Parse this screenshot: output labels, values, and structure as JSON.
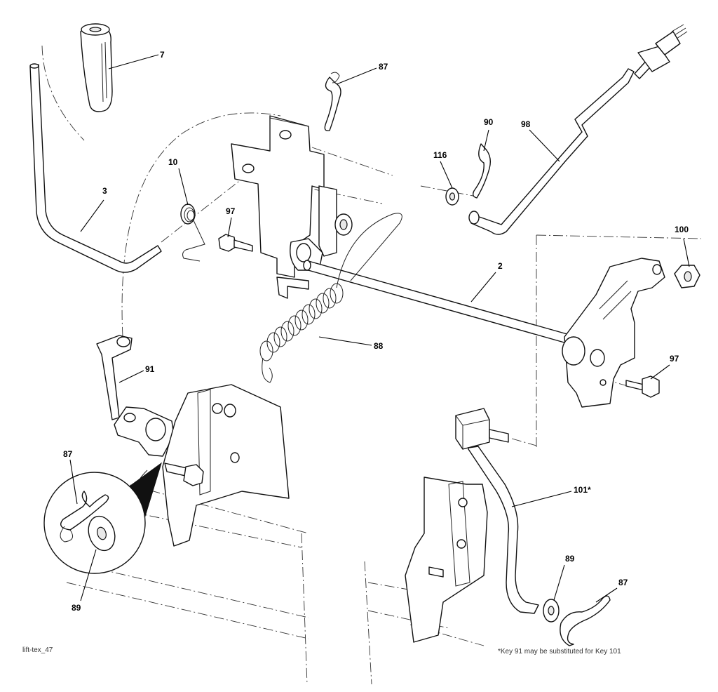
{
  "diagram": {
    "title": "",
    "caption": "lift-tex_47",
    "footnote": "*Key 91 may be substituted for Key 101",
    "labels": {
      "k7": "7",
      "k87a": "87",
      "k90": "90",
      "k98": "98",
      "k116": "116",
      "k10": "10",
      "k3": "3",
      "k97a": "97",
      "k100": "100",
      "k2": "2",
      "k88": "88",
      "k91": "91",
      "k97b": "97",
      "k87b": "87",
      "k89a": "89",
      "k101": "101*",
      "k89b": "89",
      "k87c": "87"
    }
  }
}
